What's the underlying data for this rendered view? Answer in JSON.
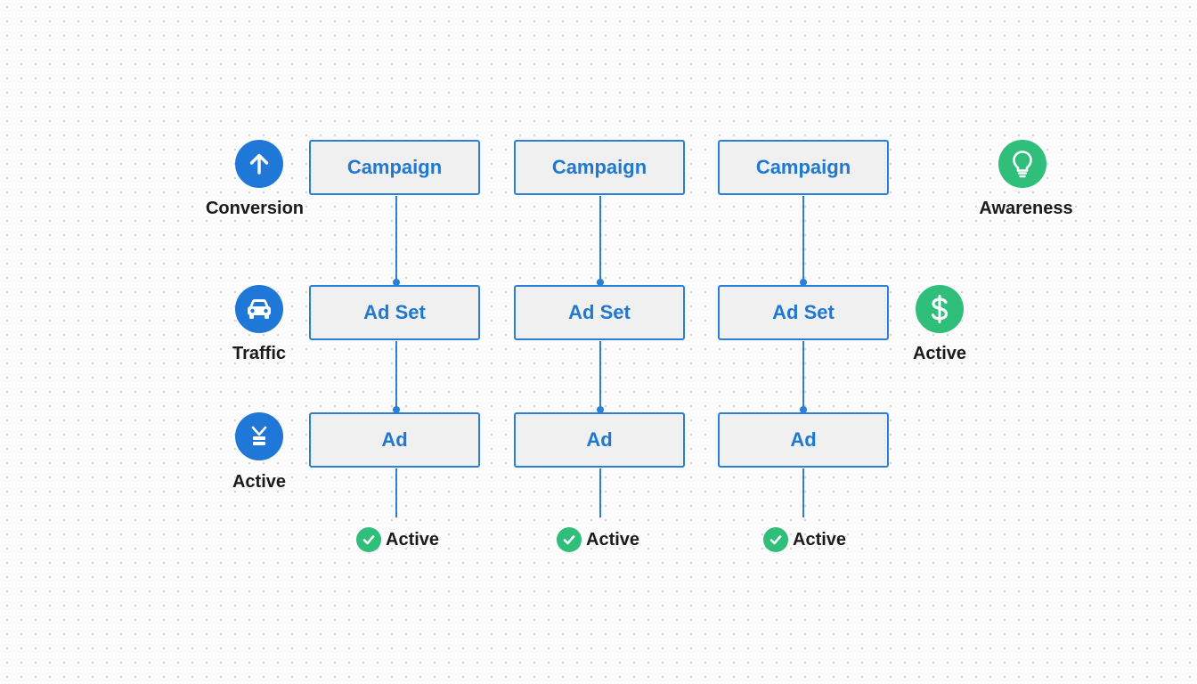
{
  "columns": [
    {
      "campaign_label": "Campaign",
      "adset_label": "Ad Set",
      "ad_label": "Ad",
      "status_label": "Active"
    },
    {
      "campaign_label": "Campaign",
      "adset_label": "Ad Set",
      "ad_label": "Ad",
      "status_label": "Active"
    },
    {
      "campaign_label": "Campaign",
      "adset_label": "Ad Set",
      "ad_label": "Ad",
      "status_label": "Active"
    }
  ],
  "left_legend": [
    {
      "icon": "arrow-up-icon",
      "label": "Conversion"
    },
    {
      "icon": "car-icon",
      "label": "Traffic"
    },
    {
      "icon": "badge-icon",
      "label": "Active"
    }
  ],
  "right_legend": [
    {
      "icon": "lightbulb-icon",
      "label": "Awareness"
    },
    {
      "icon": "dollar-icon",
      "label": "Active"
    }
  ],
  "colors": {
    "accent": "#2a7fd6",
    "node_fill": "#f0f0f0",
    "node_text": "#1f78d1",
    "icon_blue": "#1f78d8",
    "icon_green": "#2fbf7a"
  }
}
